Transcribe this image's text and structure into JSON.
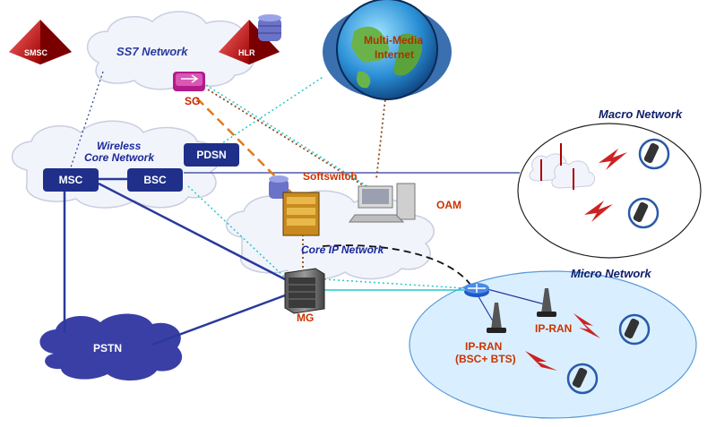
{
  "labels": {
    "smsc": "SMSC",
    "ss7_network": "SS7 Network",
    "hlr": "HLR",
    "sg": "SG",
    "internet_line1": "Multi-Media",
    "internet_line2": "Internet",
    "macro_network": "Macro Network",
    "wireless_line1": "Wireless",
    "wireless_line2": "Core Network",
    "pdsn": "PDSN",
    "msc": "MSC",
    "bsc": "BSC",
    "softswitch": "Softswitch",
    "oam": "OAM",
    "core_ip": "Core IP  Network",
    "micro_network": "Micro Network",
    "mg": "MG",
    "ipran1": "IP-RAN",
    "ipran2_line1": "IP-RAN",
    "ipran2_line2": "(BSC+ BTS)",
    "pstn": "PSTN"
  },
  "colors": {
    "box_fill": "#1f2f8a",
    "cloud_fill": "#f2f4fb",
    "cloud_stroke": "#c9cde0",
    "pstn_fill": "#3a3fa6",
    "micro_fill": "#d9efff",
    "link_blue": "#2a3a9a",
    "link_cyan": "#27c7c7",
    "link_orange": "#e07a20",
    "link_brown": "#8a4a1a",
    "accent_red": "#cc3300"
  },
  "icons": [
    "smsc-icon",
    "hlr-icon",
    "sg-router-icon",
    "globe-icon",
    "server-icon",
    "workstation-icon",
    "mg-cabinet-icon",
    "router-icon",
    "bts-tower-icon",
    "phone-icon",
    "lightning-icon"
  ]
}
